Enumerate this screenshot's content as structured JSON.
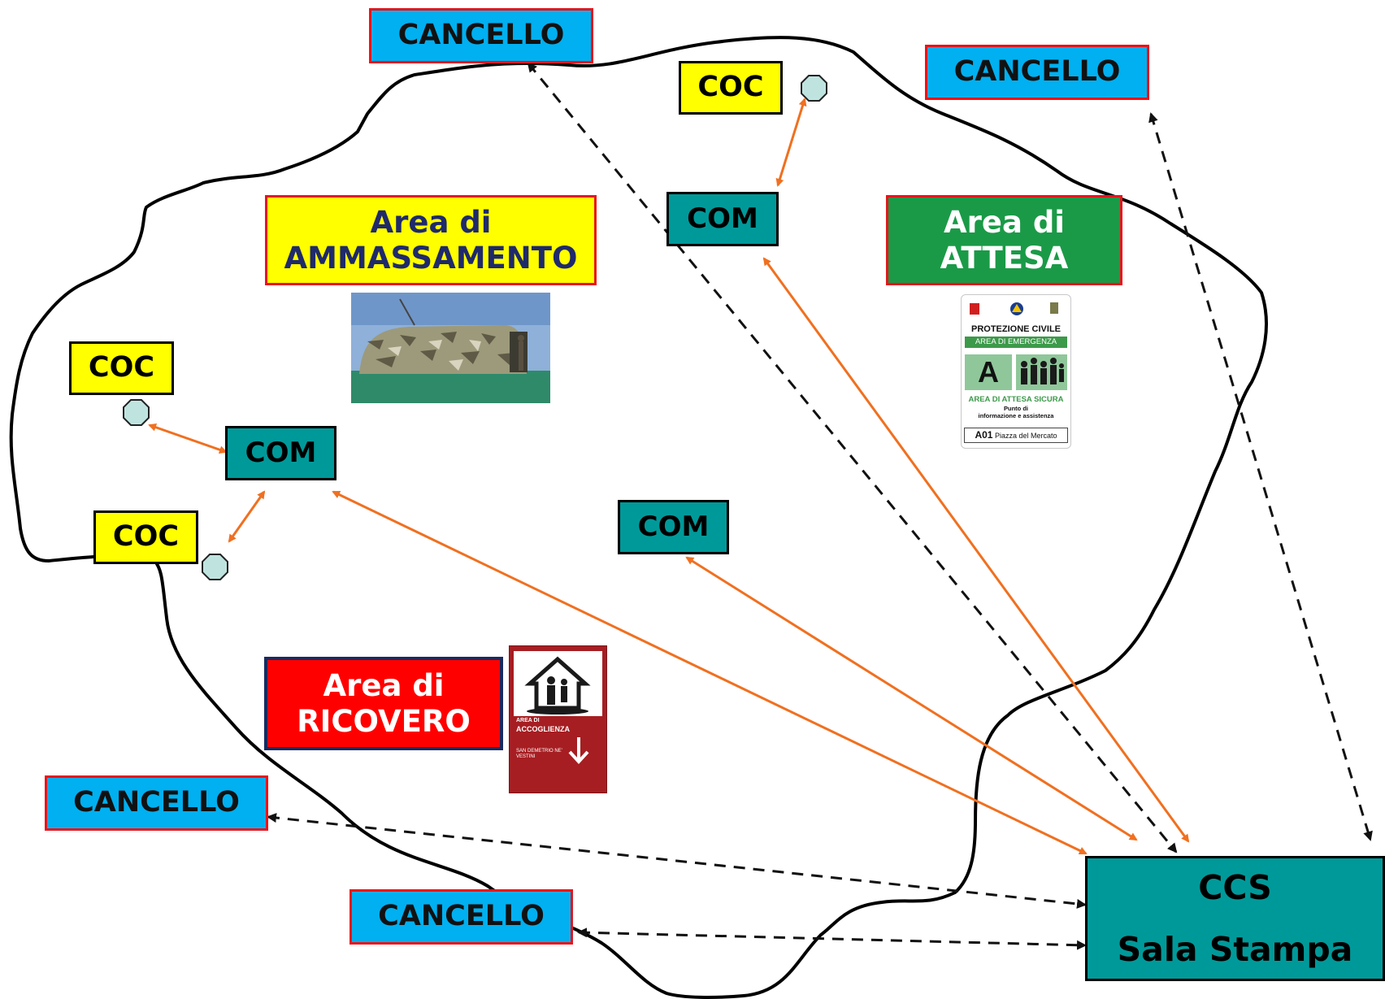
{
  "colors": {
    "cancello_fill": "#00b0f0",
    "cancello_border": "#e8141b",
    "coc_fill": "#ffff00",
    "com_fill": "#009999",
    "ammassamento_fill": "#ffff00",
    "attesa_fill": "#1a9a47",
    "ricovero_fill": "#ff0000",
    "solid_link": "#f07020",
    "dashed_link": "#111111",
    "marker_fill": "#bfe4e0"
  },
  "cancello": {
    "top_left": "CANCELLO",
    "top_right": "CANCELLO",
    "bottom_left": "CANCELLO",
    "bottom_center": "CANCELLO"
  },
  "coc": {
    "top": "COC",
    "left_upper": "COC",
    "left_lower": "COC"
  },
  "com": {
    "top": "COM",
    "left": "COM",
    "center": "COM"
  },
  "areas": {
    "ammassamento": {
      "line1": "Area di",
      "line2": "AMMASSAMENTO"
    },
    "attesa": {
      "line1": "Area di",
      "line2": "ATTESA"
    },
    "ricovero": {
      "line1": "Area di",
      "line2": "RICOVERO"
    }
  },
  "ccs": {
    "line1": "CCS",
    "line2": "Sala Stampa"
  },
  "sign_attesa": {
    "header": "PROTEZIONE CIVILE",
    "band": "AREA DI EMERGENZA",
    "letter": "A",
    "subtitle": "AREA DI ATTESA SICURA",
    "info_line1": "Punto di",
    "info_line2": "informazione e assistenza",
    "code": "A01",
    "place": "Piazza del Mercato"
  },
  "sign_ricovero": {
    "line1": "AREA DI",
    "line2": "ACCOGLIENZA",
    "line3": "SAN DEMETRIO NE' VESTINI"
  },
  "icons": [
    "coc-marker-icon",
    "tent-photo",
    "people-icon",
    "down-arrow-icon",
    "shelter-icon"
  ]
}
